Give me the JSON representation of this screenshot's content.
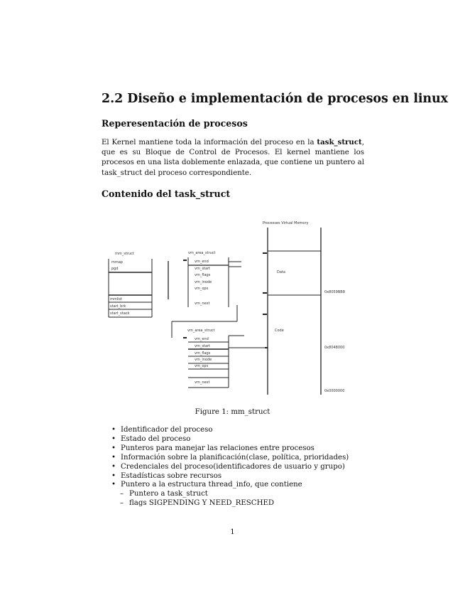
{
  "section": {
    "title": "2.2 Diseño e implementación de procesos en linux",
    "subsection_1": "Reperesentación de procesos",
    "paragraph": {
      "part1": "El Kernel mantiene toda la información del proceso en la ",
      "bold": "task_struct",
      "part2": ", que es su Bloque de Control de Procesos. El kernel mantiene los procesos en una lista doblemente enlazada, que contiene un puntero al task_struct del proceso correspondiente."
    },
    "subsection_2": "Contenido del task_struct"
  },
  "figure": {
    "caption": "Figure 1:  mm_struct",
    "diagram": {
      "mm_struct": {
        "title": "mm_struct",
        "fields": [
          "mmap",
          "pgd",
          "",
          "mmlist",
          "start_brk",
          "start_stack"
        ]
      },
      "vm_area_struct_1": {
        "title": "vm_area_struct",
        "fields": [
          "vm_end",
          "vm_start",
          "vm_flags",
          "vm_inode",
          "vm_ops",
          "",
          "vm_next"
        ]
      },
      "vm_area_struct_2": {
        "title": "vm_area_struct",
        "fields": [
          "vm_end",
          "vm_start",
          "vm_flags",
          "vm_inode",
          "vm_ops",
          "",
          "vm_next"
        ]
      },
      "virtual_memory": {
        "title": "Processes Virtual Memory",
        "regions": [
          "Data",
          "Code"
        ],
        "addresses": [
          "0x8059BB8",
          "0x8048000",
          "0x0000000"
        ]
      }
    }
  },
  "bullets": [
    "Identificador del proceso",
    "Estado del proceso",
    "Punteros para manejar las relaciones entre procesos",
    "Información sobre la planificación(clase, política, prioridades)",
    "Credenciales del proceso(identificadores de usuario y grupo)",
    "Estadísticas sobre recursos",
    "Puntero a la estructura thread_info, que contiene"
  ],
  "sub_bullets": [
    "Puntero a task_struct",
    "flags SIGPENDING Y NEED_RESCHED"
  ],
  "symbols": {
    "bullet": "•",
    "dash": "–"
  },
  "page_number": "1"
}
